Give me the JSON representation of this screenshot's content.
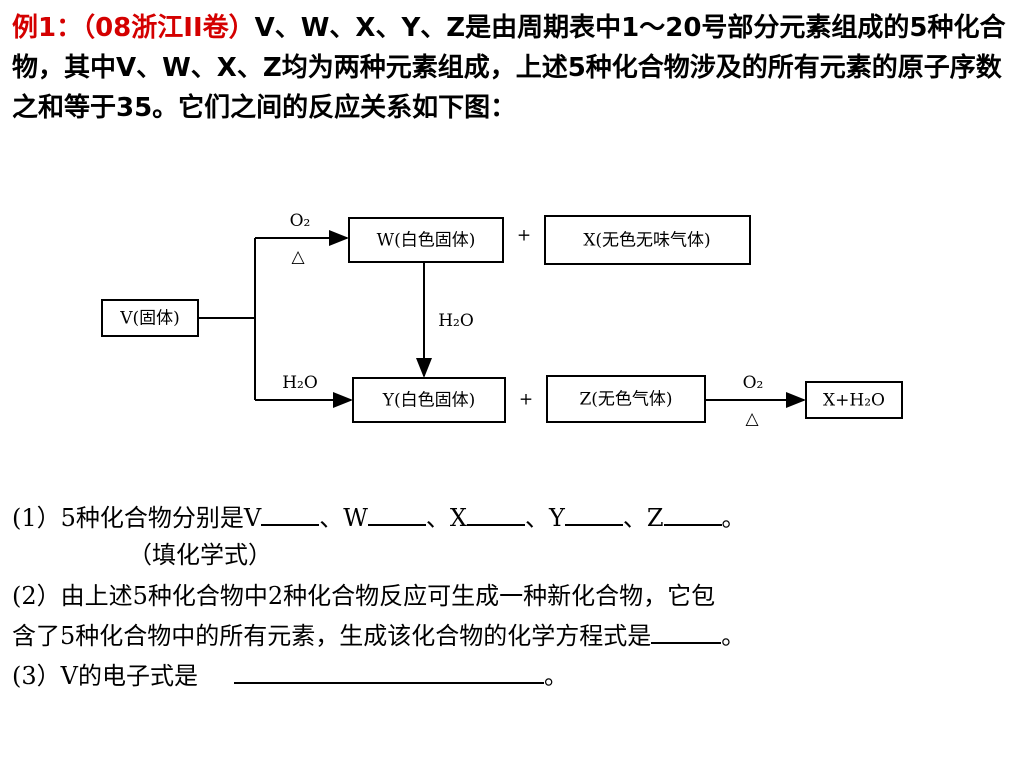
{
  "intro": {
    "prefix": "例1：（08浙江II卷）",
    "text": "V、W、X、Y、Z是由周期表中1～20号部分元素组成的5种化合物，其中V、W、X、Z均为两种元素组成，上述5种化合物涉及的所有元素的原子序数之和等于35。它们之间的反应关系如下图："
  },
  "diagram": {
    "v_box": "V(固体)",
    "w_box": "W(白色固体)",
    "x_box": "X(无色无味气体)",
    "y_box": "Y(白色固体)",
    "z_box": "Z(无色气体)",
    "product_box": "X+H₂O",
    "plus_top": "+",
    "plus_bottom": "+",
    "o2_label": "O₂",
    "heat_label": "△",
    "h2o_label": "H₂O",
    "h2o_side_label": "H₂O",
    "o2_label_right": "O₂",
    "heat_label_right": "△"
  },
  "questions": {
    "q1_start": "(1）5种化合物分别是V",
    "q1_w": "、W",
    "q1_x": "、X",
    "q1_y": "、Y",
    "q1_z": "、Z",
    "q1_end": "。",
    "q1_note": "（填化学式）",
    "q2_line1": "(2）由上述5种化合物中2种化合物反应可生成一种新化合物，它包",
    "q2_line2": "含了5种化合物中的所有元素，生成该化合物的化学方程式是",
    "q2_end": "。",
    "q3_start": "(3）V的电子式是",
    "q3_end": "。"
  }
}
